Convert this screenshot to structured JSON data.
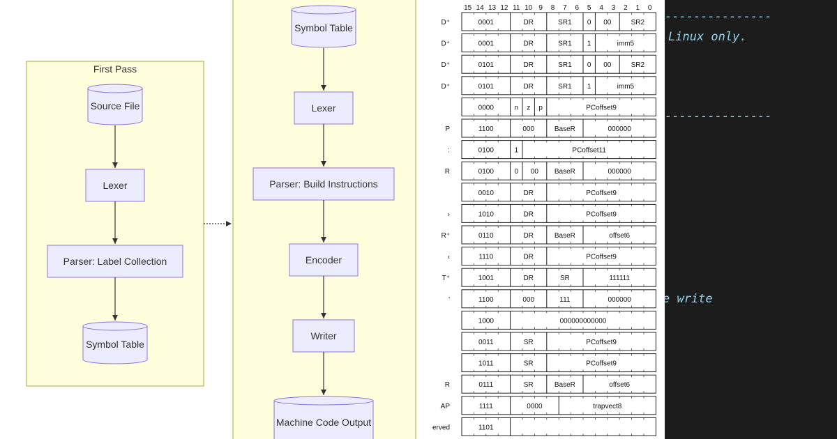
{
  "flowchart": {
    "first_pass": {
      "title": "First Pass",
      "nodes": [
        "Source File",
        "Lexer",
        "Parser: Label Collection",
        "Symbol Table"
      ]
    },
    "second_pass": {
      "nodes": [
        "Symbol Table",
        "Lexer",
        "Parser: Build Instructions",
        "Encoder",
        "Writer",
        "Machine Code Output"
      ]
    }
  },
  "encoding_table": {
    "bit_headers": [
      "15",
      "14",
      "13",
      "12",
      "11",
      "10",
      "9",
      "8",
      "7",
      "6",
      "5",
      "4",
      "3",
      "2",
      "1",
      "0"
    ],
    "rows": [
      {
        "op": "D⁺",
        "cells": [
          "0001",
          "DR",
          "SR1",
          "0",
          "00",
          "SR2"
        ]
      },
      {
        "op": "D⁺",
        "cells": [
          "0001",
          "DR",
          "SR1",
          "1",
          "imm5"
        ]
      },
      {
        "op": "D⁺",
        "cells": [
          "0101",
          "DR",
          "SR1",
          "0",
          "00",
          "SR2"
        ]
      },
      {
        "op": "D⁺",
        "cells": [
          "0101",
          "DR",
          "SR1",
          "1",
          "imm5"
        ]
      },
      {
        "op": "",
        "cells": [
          "0000",
          "n",
          "z",
          "p",
          "PCoffset9"
        ]
      },
      {
        "op": "P",
        "cells": [
          "1100",
          "000",
          "BaseR",
          "000000"
        ]
      },
      {
        "op": ":",
        "cells": [
          "0100",
          "1",
          "PCoffset11"
        ]
      },
      {
        "op": "R",
        "cells": [
          "0100",
          "0",
          "00",
          "BaseR",
          "000000"
        ]
      },
      {
        "op": "",
        "cells": [
          "0010",
          "DR",
          "PCoffset9"
        ]
      },
      {
        "op": "›",
        "cells": [
          "1010",
          "DR",
          "PCoffset9"
        ]
      },
      {
        "op": "R⁺",
        "cells": [
          "0110",
          "DR",
          "BaseR",
          "offset6"
        ]
      },
      {
        "op": "‹",
        "cells": [
          "1110",
          "DR",
          "PCoffset9"
        ]
      },
      {
        "op": "T⁺",
        "cells": [
          "1001",
          "DR",
          "SR",
          "111111"
        ]
      },
      {
        "op": "'",
        "cells": [
          "1100",
          "000",
          "111",
          "000000"
        ]
      },
      {
        "op": "",
        "cells": [
          "1000",
          "000000000000"
        ]
      },
      {
        "op": "",
        "cells": [
          "0011",
          "SR",
          "PCoffset9"
        ]
      },
      {
        "op": "",
        "cells": [
          "1011",
          "SR",
          "PCoffset9"
        ]
      },
      {
        "op": "R",
        "cells": [
          "0111",
          "SR",
          "BaseR",
          "offset6"
        ]
      },
      {
        "op": "AP",
        "cells": [
          "1111",
          "0000",
          "trapvect8"
        ]
      },
      {
        "op": "erved",
        "cells": [
          "1101"
        ]
      }
    ]
  },
  "terminal": {
    "lines": [
      "---------------",
      "Linux only.",
      "---------------",
      "e write"
    ]
  }
}
